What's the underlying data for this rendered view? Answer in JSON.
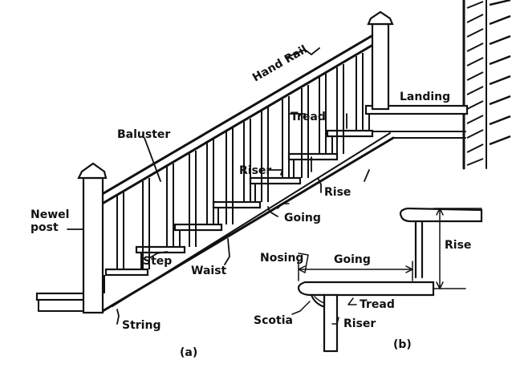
{
  "labels": {
    "hand_rail": "Hand Rail",
    "landing": "Landing",
    "tread_top": "Tread",
    "baluster": "Baluster",
    "riser_top": "Riser",
    "rise_top": "Rise",
    "going_top": "Going",
    "newel_post_line1": "Newel",
    "newel_post_line2": "post",
    "step": "Step",
    "waist": "Waist",
    "string": "String",
    "caption_a": "(a)",
    "nosing": "Nosing",
    "going_detail": "Going",
    "rise_detail": "Rise",
    "tread_detail": "Tread",
    "scotia": "Scotia",
    "riser_detail": "Riser",
    "caption_b": "(b)"
  },
  "colors": {
    "ink": "#111111",
    "paper": "#ffffff"
  }
}
